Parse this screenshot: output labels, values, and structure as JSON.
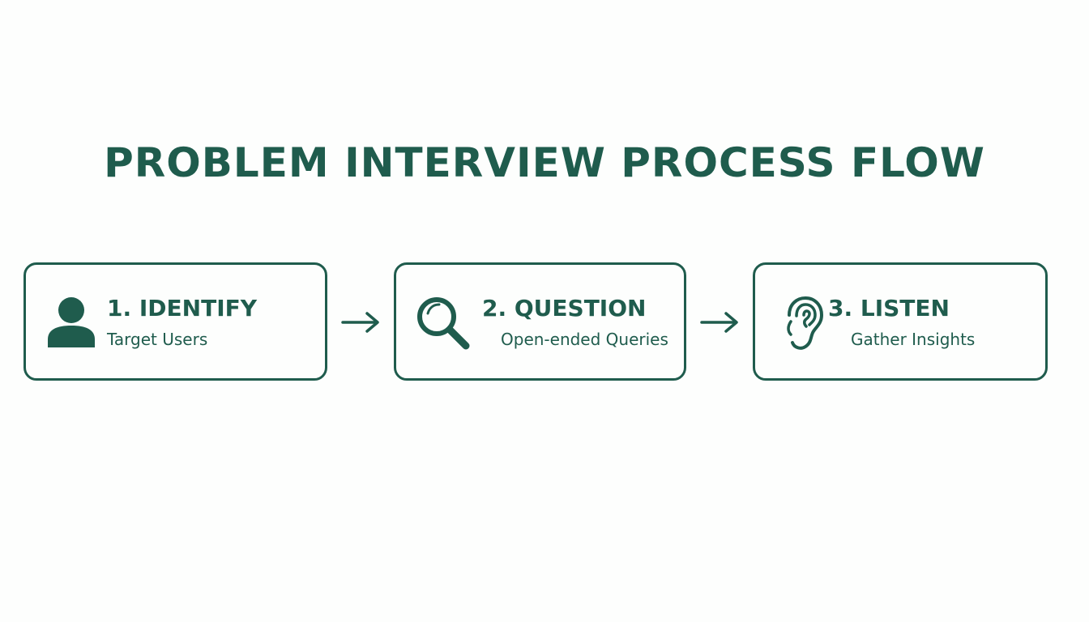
{
  "title": "PROBLEM INTERVIEW PROCESS FLOW",
  "colors": {
    "primary": "#1f5c4d",
    "background": "#fdfefd"
  },
  "steps": [
    {
      "title": "1. IDENTIFY",
      "subtitle": "Target Users",
      "icon": "person-icon"
    },
    {
      "title": "2. QUESTION",
      "subtitle": "Open-ended Queries",
      "icon": "magnifier-icon"
    },
    {
      "title": "3. LISTEN",
      "subtitle": "Gather Insights",
      "icon": "ear-icon"
    }
  ],
  "connectors": [
    "arrow-right-icon",
    "arrow-right-icon"
  ]
}
